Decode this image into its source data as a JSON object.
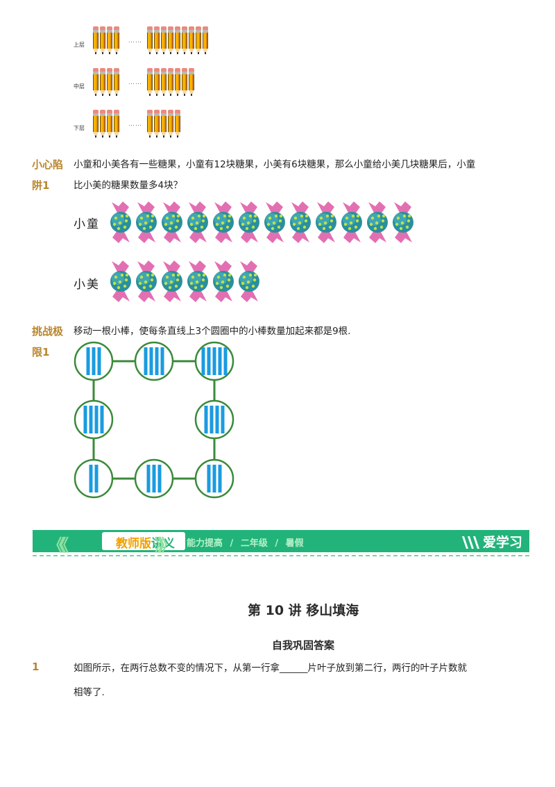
{
  "pencil_section": {
    "shelves": [
      {
        "label": "上层",
        "left_count": 4,
        "right_count": 9
      },
      {
        "label": "中层",
        "left_count": 4,
        "right_count": 7
      },
      {
        "label": "下层",
        "left_count": 4,
        "right_count": 5
      }
    ],
    "ellipsis": "……"
  },
  "trap": {
    "tag_line1": "小心陷",
    "tag_line2": "阱1",
    "text_line1": "小童和小美各有一些糖果，小童有12块糖果，小美有6块糖果，那么小童给小美几块糖果后，小童",
    "text_line2": "比小美的糖果数量多4块？",
    "rows": [
      {
        "label": "小童",
        "count": 12
      },
      {
        "label": "小美",
        "count": 6
      }
    ]
  },
  "challenge": {
    "tag_line1": "挑战极",
    "tag_line2": "限1",
    "text": "移动一根小棒，使每条直线上3个圆圈中的小棒数量加起来都是9根.",
    "circles_sticks": [
      3,
      4,
      5,
      4,
      3,
      3,
      2,
      4
    ]
  },
  "footer_band": {
    "left_label_a": "教师版",
    "left_label_b": "讲义",
    "crumb_1": "能力提高",
    "sep": "/",
    "crumb_2": "二年级",
    "crumb_3": "暑假",
    "brand": "爱学习"
  },
  "lecture": {
    "title": "第 10 讲  移山填海",
    "subtitle": "自我巩固答案",
    "q1_number": "1",
    "q1_line1": "如图所示，在两行总数不变的情况下，从第一行拿______片叶子放到第二行，两行的叶子片数就",
    "q1_line2": "相等了."
  },
  "colors": {
    "tag": "#b9862e",
    "band": "#21b37a",
    "circle_stroke": "#3a8a3a",
    "stick": "#1a9be0"
  }
}
